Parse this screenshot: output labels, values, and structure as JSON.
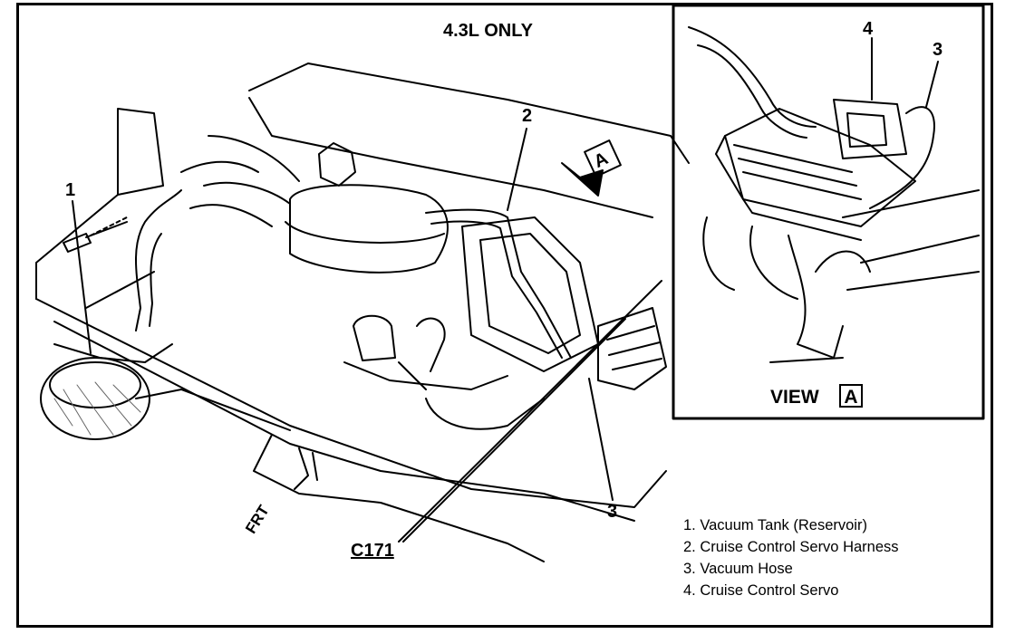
{
  "diagram": {
    "title": "4.3L ONLY",
    "callouts": {
      "one": "1",
      "two": "2",
      "three_main": "3",
      "three_view": "3",
      "four": "4",
      "connector": "C171",
      "view_flag": "A"
    },
    "view": {
      "label": "VIEW",
      "letter": "A"
    },
    "front_marker": "FRT",
    "legend": [
      "1. Vacuum Tank (Reservoir)",
      "2. Cruise Control Servo Harness",
      "3. Vacuum Hose",
      "4. Cruise Control Servo"
    ]
  },
  "colors": {
    "ink": "#000000",
    "paper": "#ffffff",
    "hatch": "#666666"
  }
}
